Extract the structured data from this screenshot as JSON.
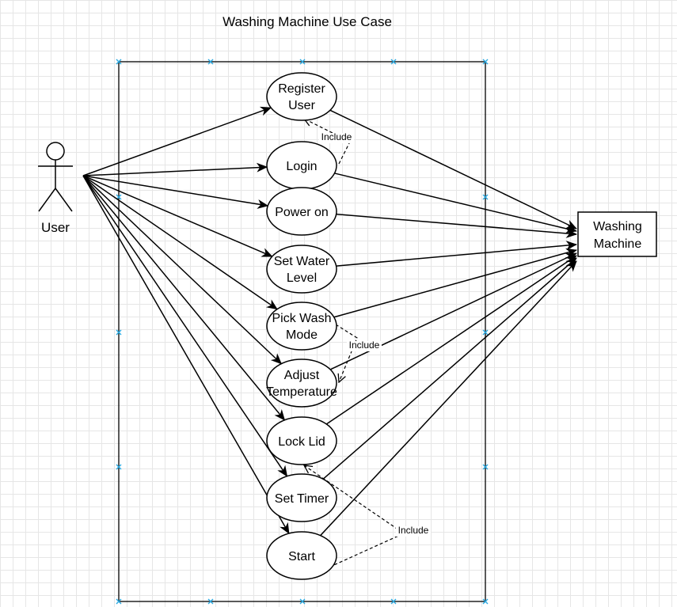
{
  "title": "Washing Machine Use Case",
  "actors": {
    "user": "User",
    "machine": [
      "Washing",
      "Machine"
    ]
  },
  "use_cases": [
    {
      "id": "register",
      "lines": [
        "Register",
        "User"
      ]
    },
    {
      "id": "login",
      "lines": [
        "Login"
      ]
    },
    {
      "id": "power",
      "lines": [
        "Power on"
      ]
    },
    {
      "id": "water",
      "lines": [
        "Set Water",
        "Level"
      ]
    },
    {
      "id": "washmode",
      "lines": [
        "Pick Wash",
        "Mode"
      ]
    },
    {
      "id": "temperature",
      "lines": [
        "Adjust",
        "Temperature"
      ]
    },
    {
      "id": "lid",
      "lines": [
        "Lock Lid"
      ]
    },
    {
      "id": "timer",
      "lines": [
        "Set Timer"
      ]
    },
    {
      "id": "start",
      "lines": [
        "Start"
      ]
    }
  ],
  "include_label": "Include",
  "includes": [
    {
      "from": "login",
      "to": "register"
    },
    {
      "from": "washmode",
      "to": "temperature"
    },
    {
      "from": "start",
      "to": "lid"
    }
  ],
  "colors": {
    "line": "#000000",
    "selection_handle": "#29a8e0",
    "grid": "#e6e6e6"
  }
}
